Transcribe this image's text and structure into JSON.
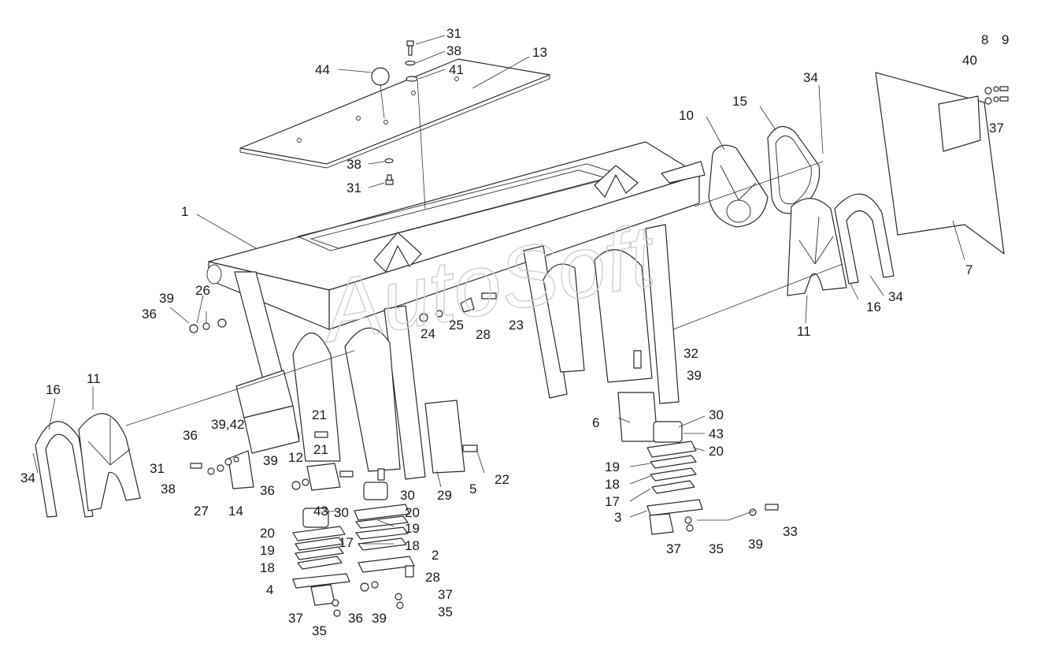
{
  "watermark": "AutoSoft",
  "callouts": [
    {
      "id": "c44",
      "text": "44"
    },
    {
      "id": "c31a",
      "text": "31"
    },
    {
      "id": "c38a",
      "text": "38"
    },
    {
      "id": "c41",
      "text": "41"
    },
    {
      "id": "c13",
      "text": "13"
    },
    {
      "id": "c38b",
      "text": "38"
    },
    {
      "id": "c31b",
      "text": "31"
    },
    {
      "id": "c1",
      "text": "1"
    },
    {
      "id": "c39a",
      "text": "39"
    },
    {
      "id": "c26",
      "text": "26"
    },
    {
      "id": "c36a",
      "text": "36"
    },
    {
      "id": "c24",
      "text": "24"
    },
    {
      "id": "c25",
      "text": "25"
    },
    {
      "id": "c28a",
      "text": "28"
    },
    {
      "id": "c23",
      "text": "23"
    },
    {
      "id": "c10",
      "text": "10"
    },
    {
      "id": "c15",
      "text": "15"
    },
    {
      "id": "c34a",
      "text": "34"
    },
    {
      "id": "c8",
      "text": "8"
    },
    {
      "id": "c9",
      "text": "9"
    },
    {
      "id": "c40",
      "text": "40"
    },
    {
      "id": "c37a",
      "text": "37"
    },
    {
      "id": "c7",
      "text": "7"
    },
    {
      "id": "c34b",
      "text": "34"
    },
    {
      "id": "c16a",
      "text": "16"
    },
    {
      "id": "c11a",
      "text": "11"
    },
    {
      "id": "c32",
      "text": "32"
    },
    {
      "id": "c39b",
      "text": "39"
    },
    {
      "id": "c16b",
      "text": "16"
    },
    {
      "id": "c11b",
      "text": "11"
    },
    {
      "id": "c34c",
      "text": "34"
    },
    {
      "id": "c39_42",
      "text": "39,42"
    },
    {
      "id": "c36b",
      "text": "36"
    },
    {
      "id": "c21a",
      "text": "21"
    },
    {
      "id": "c21b",
      "text": "21"
    },
    {
      "id": "c12",
      "text": "12"
    },
    {
      "id": "c31c",
      "text": "31"
    },
    {
      "id": "c38c",
      "text": "38"
    },
    {
      "id": "c27",
      "text": "27"
    },
    {
      "id": "c14",
      "text": "14"
    },
    {
      "id": "c39c",
      "text": "39"
    },
    {
      "id": "c36c",
      "text": "36"
    },
    {
      "id": "c43a",
      "text": "43"
    },
    {
      "id": "c30a",
      "text": "30"
    },
    {
      "id": "c29",
      "text": "29"
    },
    {
      "id": "c5",
      "text": "5"
    },
    {
      "id": "c22",
      "text": "22"
    },
    {
      "id": "c30b",
      "text": "30"
    },
    {
      "id": "c20a",
      "text": "20"
    },
    {
      "id": "c19a",
      "text": "19"
    },
    {
      "id": "c18a",
      "text": "18"
    },
    {
      "id": "c17a",
      "text": "17"
    },
    {
      "id": "c2",
      "text": "2"
    },
    {
      "id": "c28b",
      "text": "28"
    },
    {
      "id": "c37b",
      "text": "37"
    },
    {
      "id": "c35a",
      "text": "35"
    },
    {
      "id": "c36d",
      "text": "36"
    },
    {
      "id": "c39d",
      "text": "39"
    },
    {
      "id": "c20b",
      "text": "20"
    },
    {
      "id": "c19b",
      "text": "19"
    },
    {
      "id": "c18b",
      "text": "18"
    },
    {
      "id": "c4",
      "text": "4"
    },
    {
      "id": "c37c",
      "text": "37"
    },
    {
      "id": "c35b",
      "text": "35"
    },
    {
      "id": "c6",
      "text": "6"
    },
    {
      "id": "c30c",
      "text": "30"
    },
    {
      "id": "c43b",
      "text": "43"
    },
    {
      "id": "c20c",
      "text": "20"
    },
    {
      "id": "c19c",
      "text": "19"
    },
    {
      "id": "c18c",
      "text": "18"
    },
    {
      "id": "c17b",
      "text": "17"
    },
    {
      "id": "c3",
      "text": "3"
    },
    {
      "id": "c37d",
      "text": "37"
    },
    {
      "id": "c35c",
      "text": "35"
    },
    {
      "id": "c39e",
      "text": "39"
    },
    {
      "id": "c33",
      "text": "33"
    }
  ]
}
